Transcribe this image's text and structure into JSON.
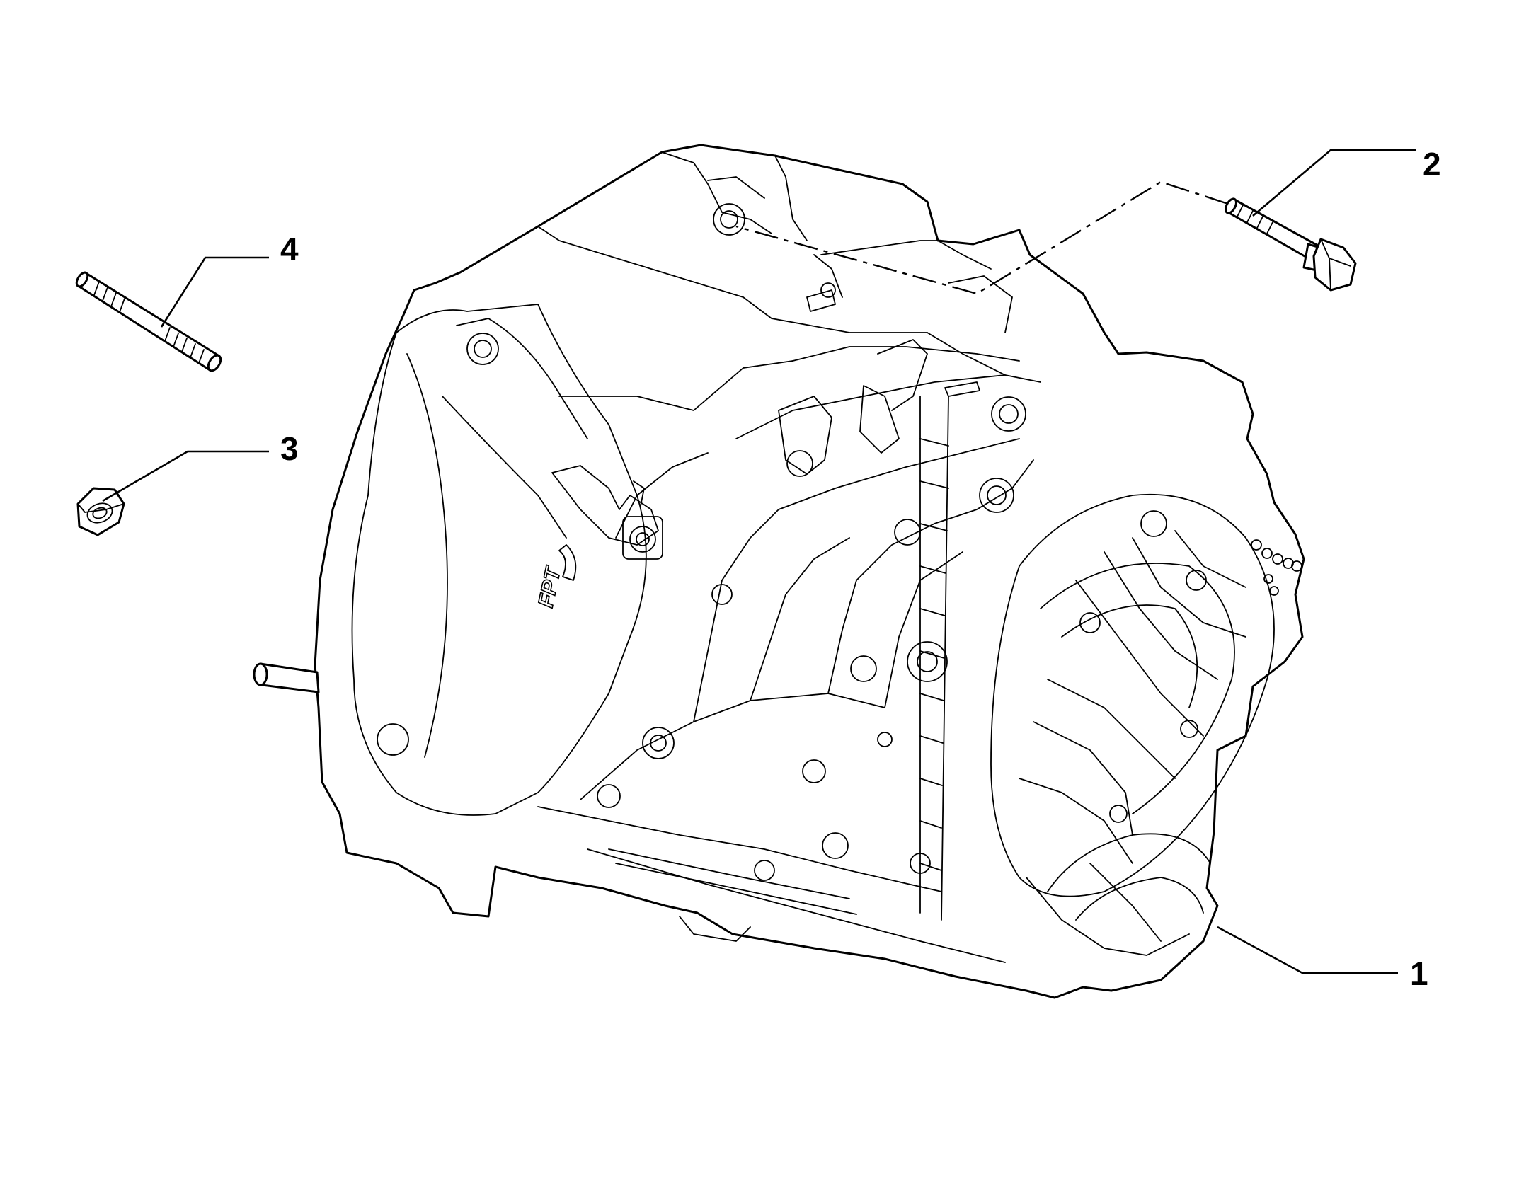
{
  "callouts": [
    {
      "id": "1",
      "label": "1"
    },
    {
      "id": "2",
      "label": "2"
    },
    {
      "id": "3",
      "label": "3"
    },
    {
      "id": "4",
      "label": "4"
    }
  ],
  "logo_text": "FPT",
  "colors": {
    "background": "#ffffff",
    "line": "#000000"
  }
}
